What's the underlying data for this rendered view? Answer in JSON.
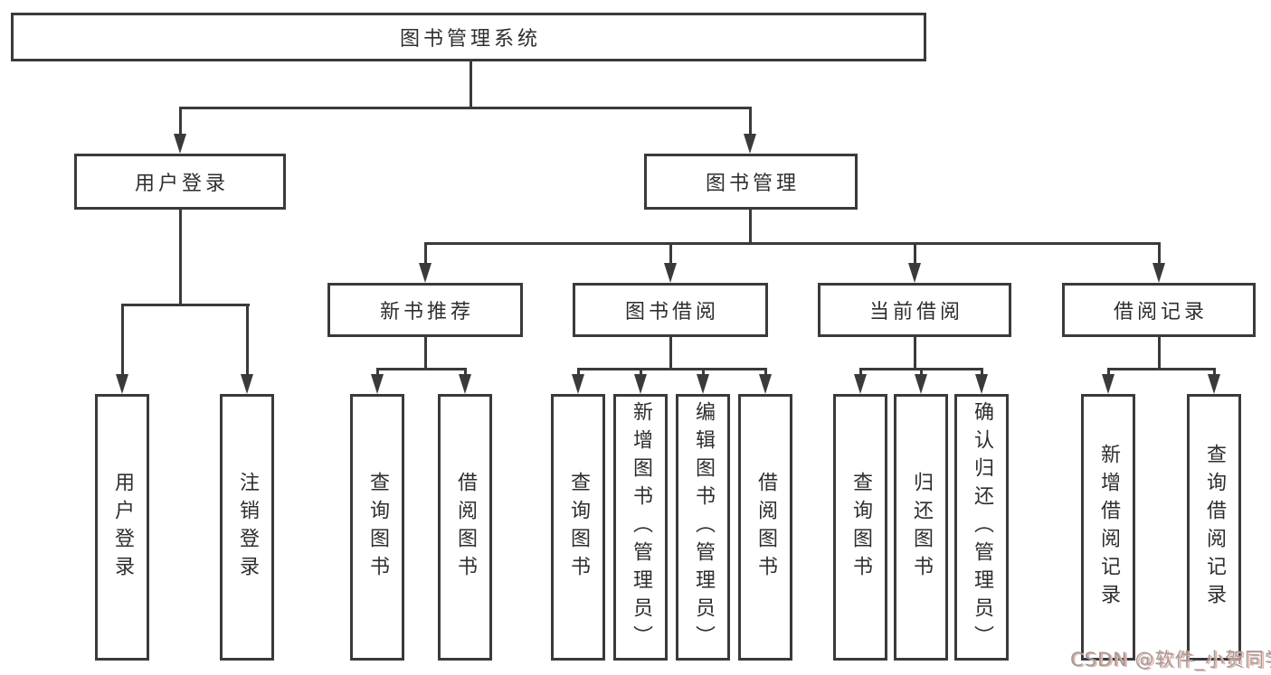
{
  "nodes": {
    "root": "图书管理系统",
    "user_login": "用户登录",
    "book_management": "图书管理",
    "new_book_recommend": "新书推荐",
    "book_borrow": "图书借阅",
    "current_borrow": "当前借阅",
    "borrow_record": "借阅记录",
    "leaf_user_login": "用户登录",
    "leaf_logout": "注销登录",
    "leaf_nb_query": "查询图书",
    "leaf_nb_borrow": "借阅图书",
    "leaf_bb_query": "查询图书",
    "leaf_bb_add": "新增图书（管理员）",
    "leaf_bb_edit": "编辑图书（管理员）",
    "leaf_bb_borrow": "借阅图书",
    "leaf_cb_query": "查询图书",
    "leaf_cb_return": "归还图书",
    "leaf_cb_confirm": "确认归还（管理员）",
    "leaf_br_add": "新增借阅记录",
    "leaf_br_query": "查询借阅记录"
  },
  "hierarchy": {
    "图书管理系统": [
      "用户登录",
      "图书管理"
    ],
    "用户登录": [
      "用户登录",
      "注销登录"
    ],
    "图书管理": [
      "新书推荐",
      "图书借阅",
      "当前借阅",
      "借阅记录"
    ],
    "新书推荐": [
      "查询图书",
      "借阅图书"
    ],
    "图书借阅": [
      "查询图书",
      "新增图书（管理员）",
      "编辑图书（管理员）",
      "借阅图书"
    ],
    "当前借阅": [
      "查询图书",
      "归还图书",
      "确认归还（管理员）"
    ],
    "借阅记录": [
      "新增借阅记录",
      "查询借阅记录"
    ]
  },
  "watermark": "CSDN @软件_小贺同学",
  "colors": {
    "line": "#3a3a3a",
    "text": "#2e2e2e",
    "watermark_gray": "#9c9c9c",
    "watermark_red": "#eeb3ab",
    "bg": "#ffffff"
  }
}
